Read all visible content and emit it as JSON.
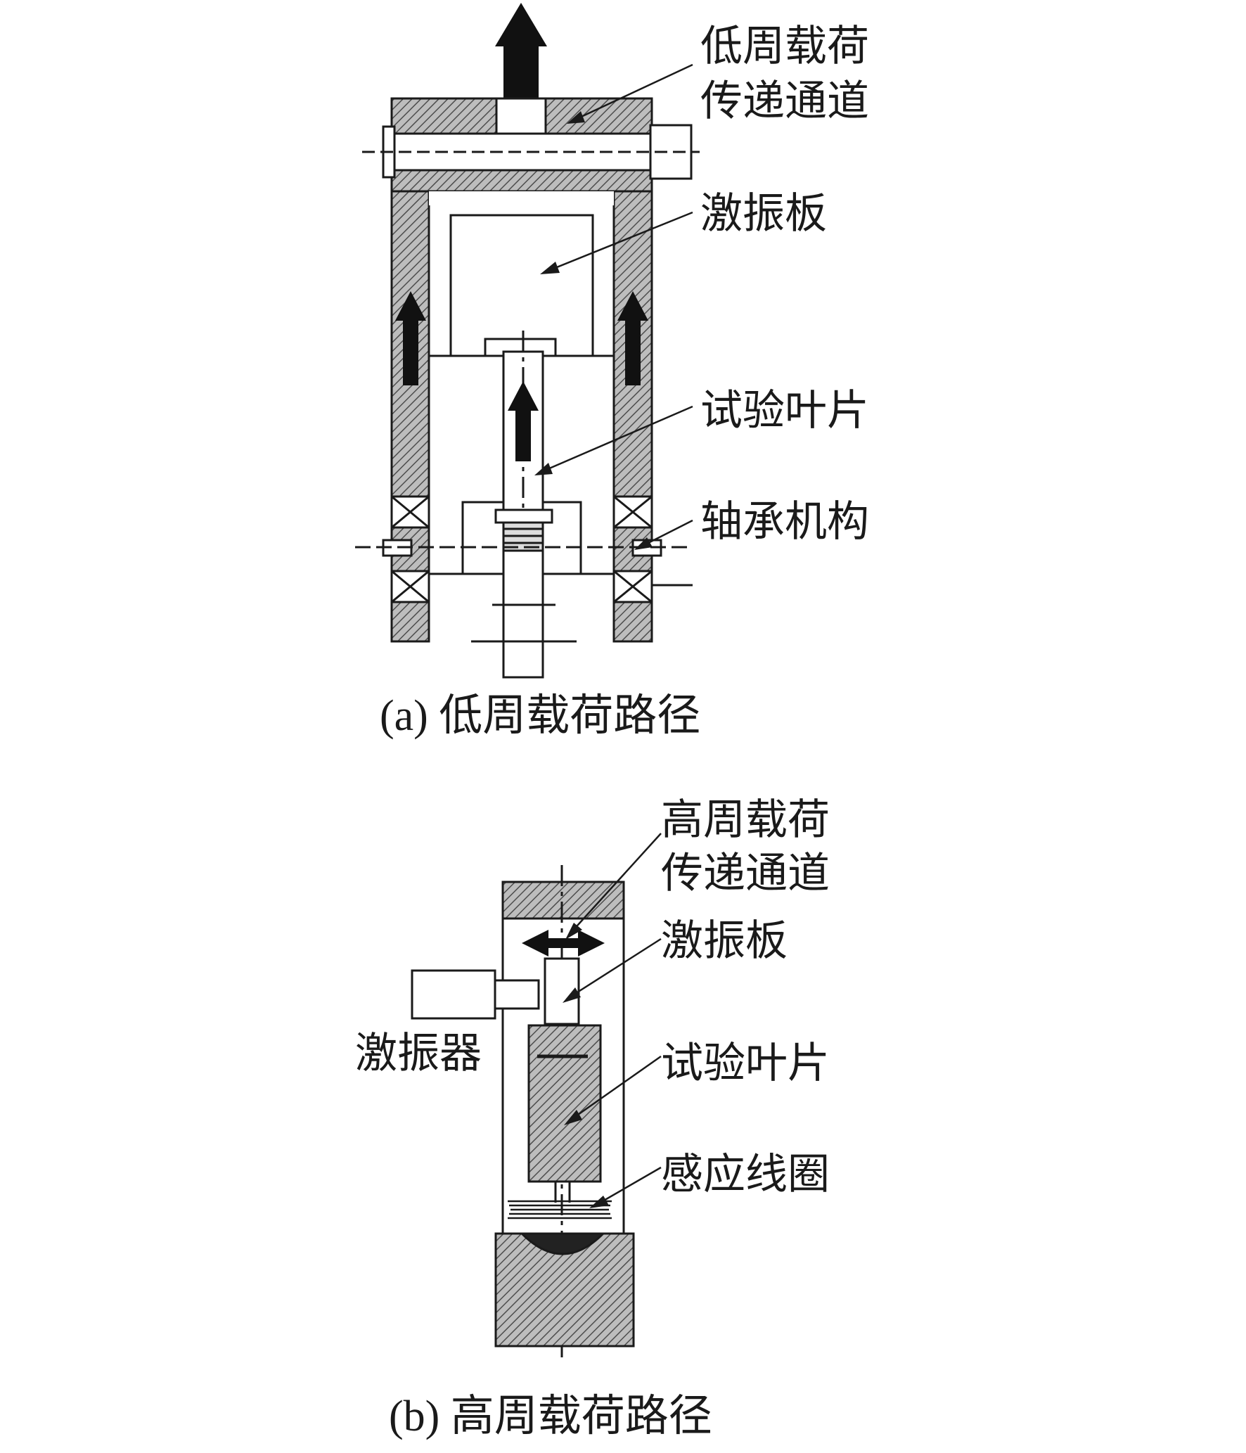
{
  "diagram_a": {
    "labels": {
      "low_cycle_channel_line1": "低周载荷",
      "low_cycle_channel_line2": "传递通道",
      "exciter_plate": "激振板",
      "test_blade": "试验叶片",
      "bearing_mechanism": "轴承机构"
    },
    "caption": "(a) 低周载荷路径"
  },
  "diagram_b": {
    "labels": {
      "high_cycle_channel_line1": "高周载荷",
      "high_cycle_channel_line2": "传递通道",
      "exciter_plate": "激振板",
      "shaker": "激振器",
      "test_blade": "试验叶片",
      "induction_coil": "感应线圈"
    },
    "caption": "(b) 高周载荷路径"
  },
  "colors": {
    "ink": "#1a1a1a",
    "hatch": "#6f6f6f",
    "fill_light": "#ffffff"
  }
}
